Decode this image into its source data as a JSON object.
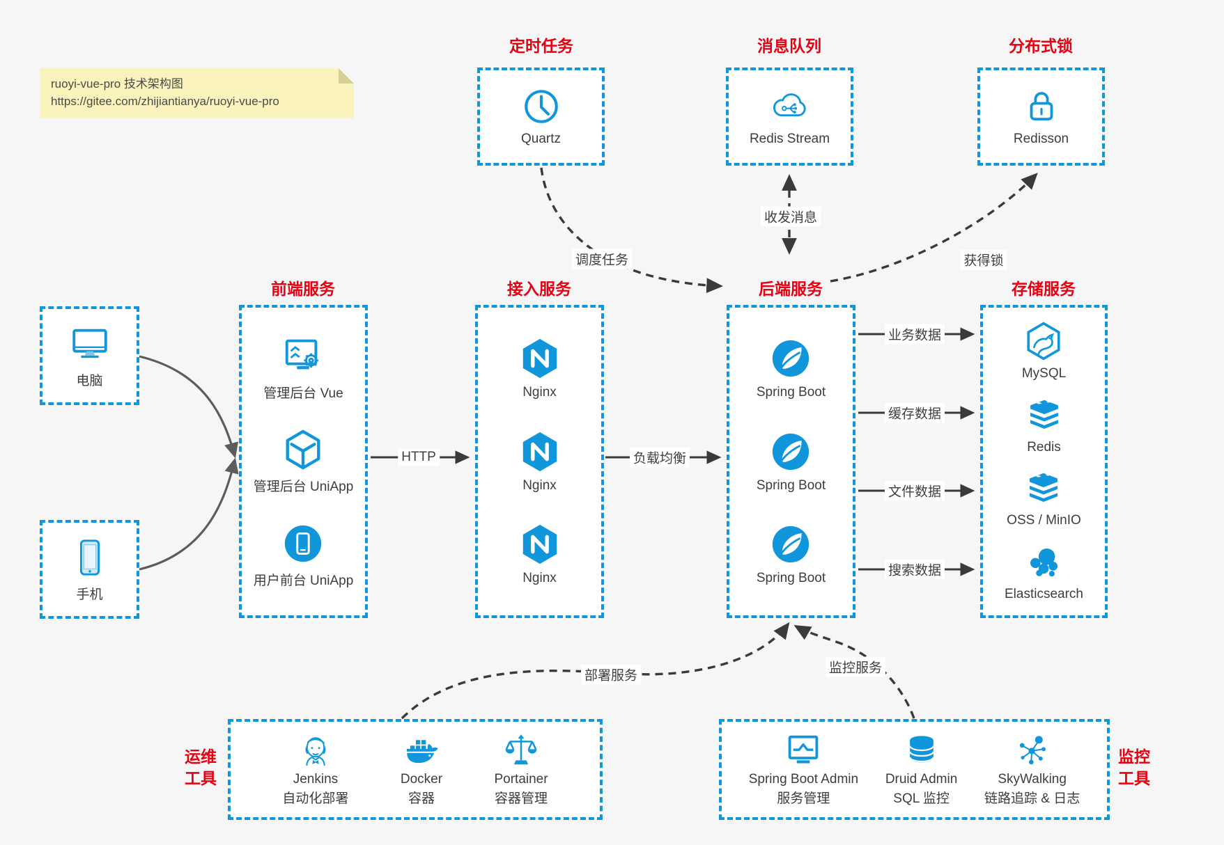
{
  "note": {
    "line1": "ruoyi-vue-pro 技术架构图",
    "line2": "https://gitee.com/zhijiantianya/ruoyi-vue-pro"
  },
  "top_groups": [
    {
      "title": "定时任务",
      "icon": "clock-icon",
      "label": "Quartz"
    },
    {
      "title": "消息队列",
      "icon": "mq-cloud-icon",
      "label": "Redis Stream"
    },
    {
      "title": "分布式锁",
      "icon": "lock-icon",
      "label": "Redisson"
    }
  ],
  "clients": [
    {
      "icon": "desktop-icon",
      "label": "电脑"
    },
    {
      "icon": "phone-icon",
      "label": "手机"
    }
  ],
  "columns": [
    {
      "title": "前端服务",
      "items": [
        {
          "icon": "admin-vue-icon",
          "label": "管理后台 Vue"
        },
        {
          "icon": "uniapp-cube-icon",
          "label": "管理后台 UniApp"
        },
        {
          "icon": "user-uniapp-icon",
          "label": "用户前台 UniApp"
        }
      ]
    },
    {
      "title": "接入服务",
      "items": [
        {
          "icon": "nginx-icon",
          "label": "Nginx"
        },
        {
          "icon": "nginx-icon",
          "label": "Nginx"
        },
        {
          "icon": "nginx-icon",
          "label": "Nginx"
        }
      ]
    },
    {
      "title": "后端服务",
      "items": [
        {
          "icon": "spring-icon",
          "label": "Spring Boot"
        },
        {
          "icon": "spring-icon",
          "label": "Spring Boot"
        },
        {
          "icon": "spring-icon",
          "label": "Spring Boot"
        }
      ]
    },
    {
      "title": "存储服务",
      "items": [
        {
          "icon": "mysql-icon",
          "label": "MySQL"
        },
        {
          "icon": "redis-icon",
          "label": "Redis"
        },
        {
          "icon": "redis-icon",
          "label": "OSS / MinIO"
        },
        {
          "icon": "elasticsearch-icon",
          "label": "Elasticsearch"
        }
      ]
    }
  ],
  "bottom_groups": [
    {
      "title": "运维工具",
      "title_line1": "运维",
      "title_line2": "工具",
      "title_side": "left",
      "items": [
        {
          "icon": "jenkins-icon",
          "name": "Jenkins",
          "desc": "自动化部署"
        },
        {
          "icon": "docker-icon",
          "name": "Docker",
          "desc": "容器"
        },
        {
          "icon": "portainer-icon",
          "name": "Portainer",
          "desc": "容器管理"
        }
      ]
    },
    {
      "title": "监控工具",
      "title_line1": "监控",
      "title_line2": "工具",
      "title_side": "right",
      "items": [
        {
          "icon": "spring-boot-admin-icon",
          "name": "Spring Boot Admin",
          "desc": "服务管理"
        },
        {
          "icon": "druid-icon",
          "name": "Druid Admin",
          "desc": "SQL 监控"
        },
        {
          "icon": "skywalking-icon",
          "name": "SkyWalking",
          "desc": "链路追踪 & 日志"
        }
      ]
    }
  ],
  "edges": {
    "http": "HTTP",
    "load_balance": "负载均衡",
    "schedule": "调度任务",
    "messages": "收发消息",
    "lock": "获得锁",
    "business": "业务数据",
    "cache": "缓存数据",
    "file": "文件数据",
    "search": "搜索数据",
    "deploy": "部署服务",
    "monitor": "监控服务"
  },
  "colors": {
    "blue": "#1296db",
    "red": "#e60012",
    "note_bg": "#faf3bb",
    "arrow_dark": "#3a3a3a",
    "arrow_gray": "#5c5c5c",
    "page_bg": "#f6f6f7",
    "box_bg": "#ffffff"
  }
}
